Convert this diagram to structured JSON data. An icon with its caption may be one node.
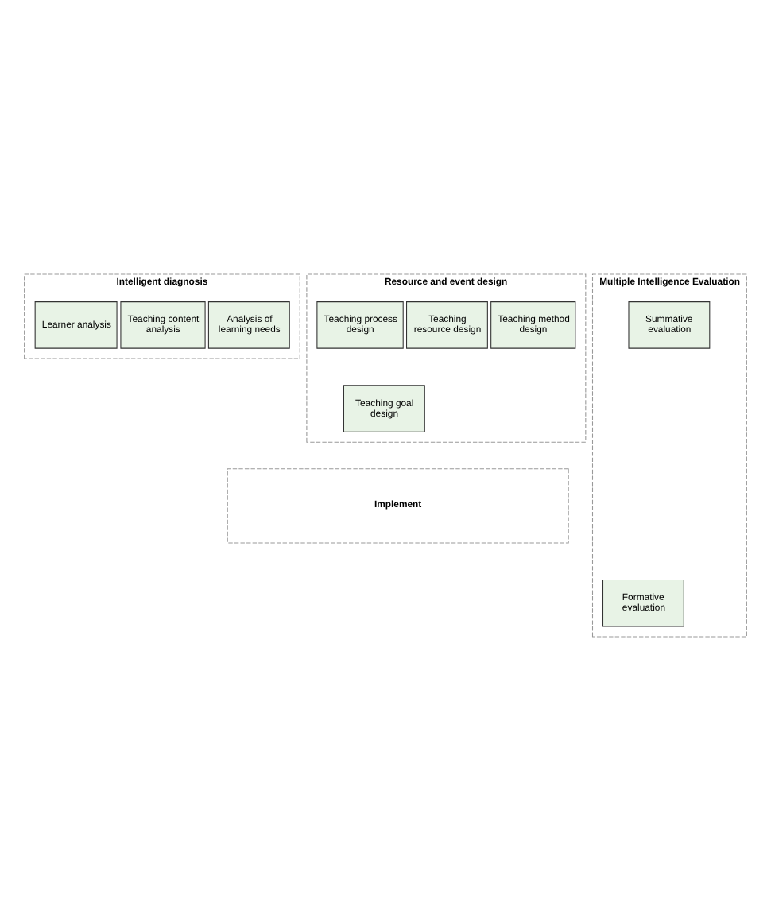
{
  "diagram": {
    "nodes": [
      {
        "text": [
          "Intelligent diagnosis"
        ]
      },
      {
        "text": [
          "Analysis of learning needs"
        ],
        "in": 0
      },
      {
        "text": [
          "Teaching content analysis"
        ],
        "in": 0
      },
      {
        "text": [
          "Learner analysis"
        ],
        "in": 0
      },
      {
        "text": [
          "Resource and event design"
        ]
      },
      {
        "text": [
          "Teaching goal design"
        ],
        "in": 4
      },
      {
        "text": [
          "Teaching method design"
        ],
        "in": 4
      },
      {
        "text": [
          "Teaching resource design"
        ],
        "in": 4
      },
      {
        "text": [
          "Teaching process design"
        ],
        "in": 4
      },
      {
        "text": [
          "Implement"
        ]
      },
      {
        "text": [
          "Multiple Intelligence Evaluation"
        ]
      },
      {
        "text": [
          "Formative evaluation"
        ],
        "in": 10
      },
      {
        "text": [
          "Summative evaluation"
        ],
        "in": 10
      }
    ],
    "edges": []
  }
}
